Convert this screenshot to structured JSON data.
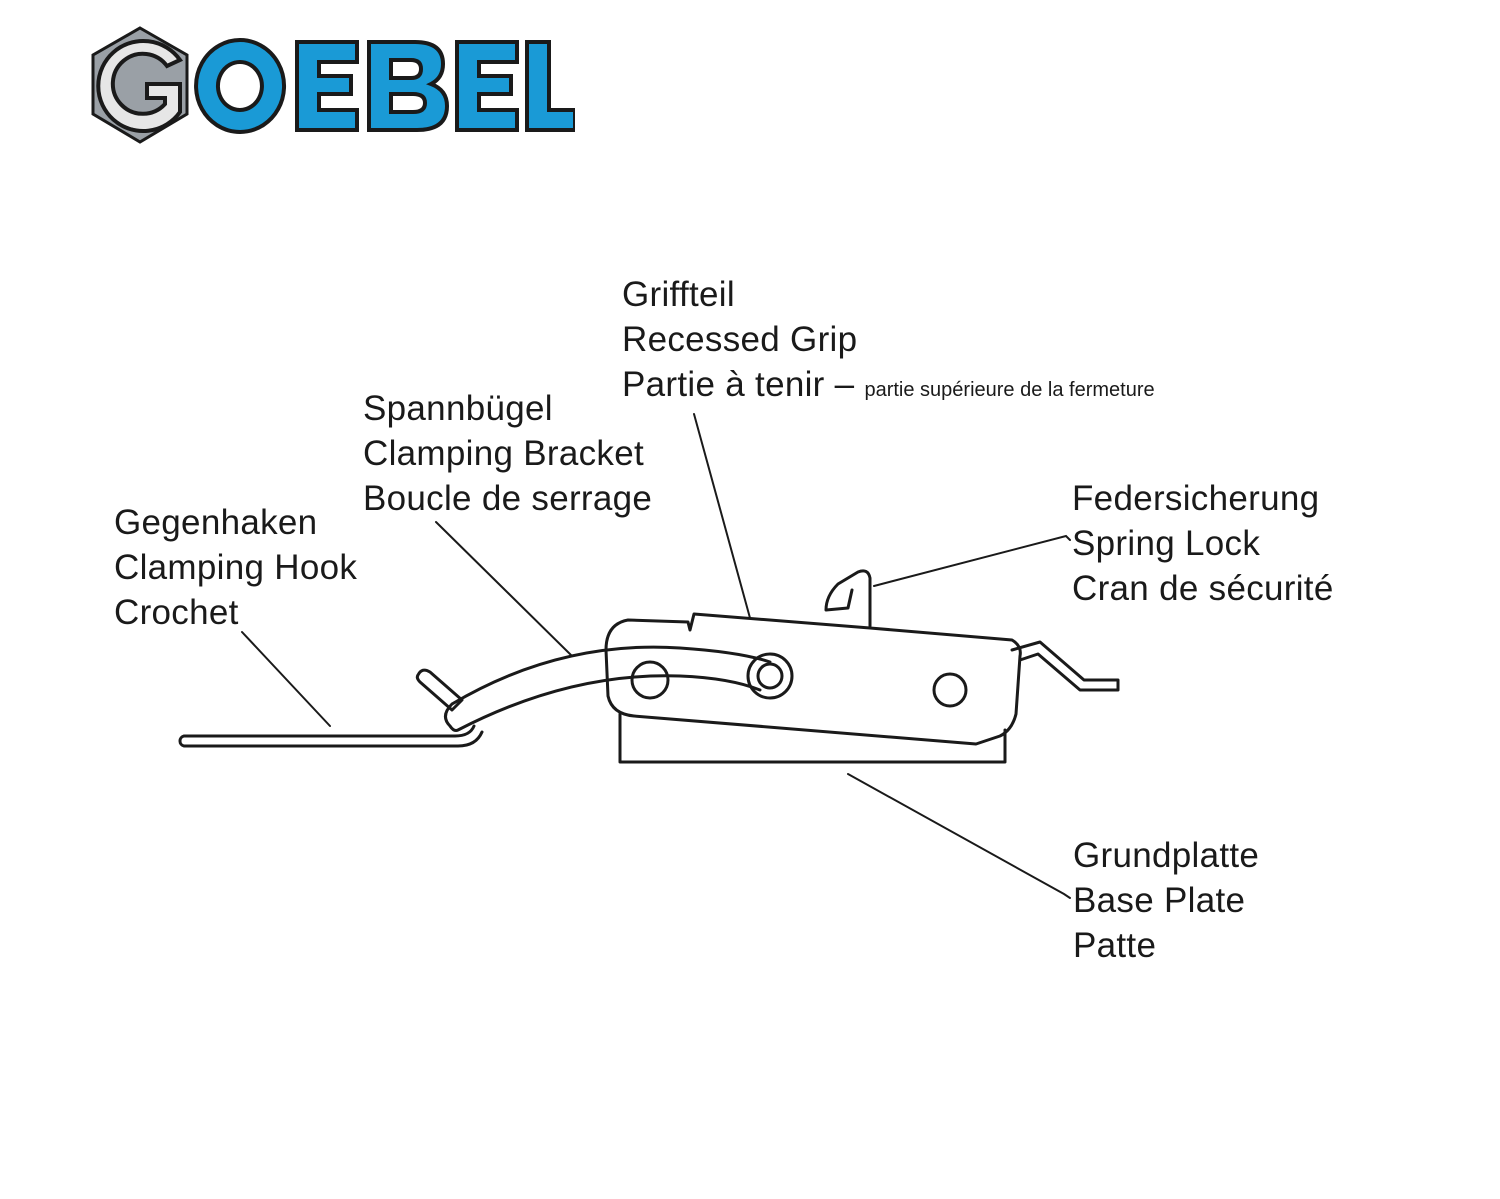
{
  "logo": {
    "text": "GOEBEL",
    "colors": {
      "fill": "#1a9ad6",
      "outline": "#1a1a1a",
      "hex_gray": "#9aa0a6",
      "g_face": "#d9d9d9"
    }
  },
  "labels": {
    "griffteil": {
      "de": "Griffteil",
      "en": "Recessed Grip",
      "fr": "Partie à tenir –",
      "fr_note": "partie supérieure de la fermeture"
    },
    "spannbugel": {
      "de": "Spannbügel",
      "en": "Clamping Bracket",
      "fr": "Boucle de serrage"
    },
    "gegenhaken": {
      "de": "Gegenhaken",
      "en": "Clamping Hook",
      "fr": "Crochet"
    },
    "federsicherung": {
      "de": "Federsicherung",
      "en": "Spring Lock",
      "fr": "Cran de sécurité"
    },
    "grundplatte": {
      "de": "Grundplatte",
      "en": "Base Plate",
      "fr": "Patte"
    }
  }
}
